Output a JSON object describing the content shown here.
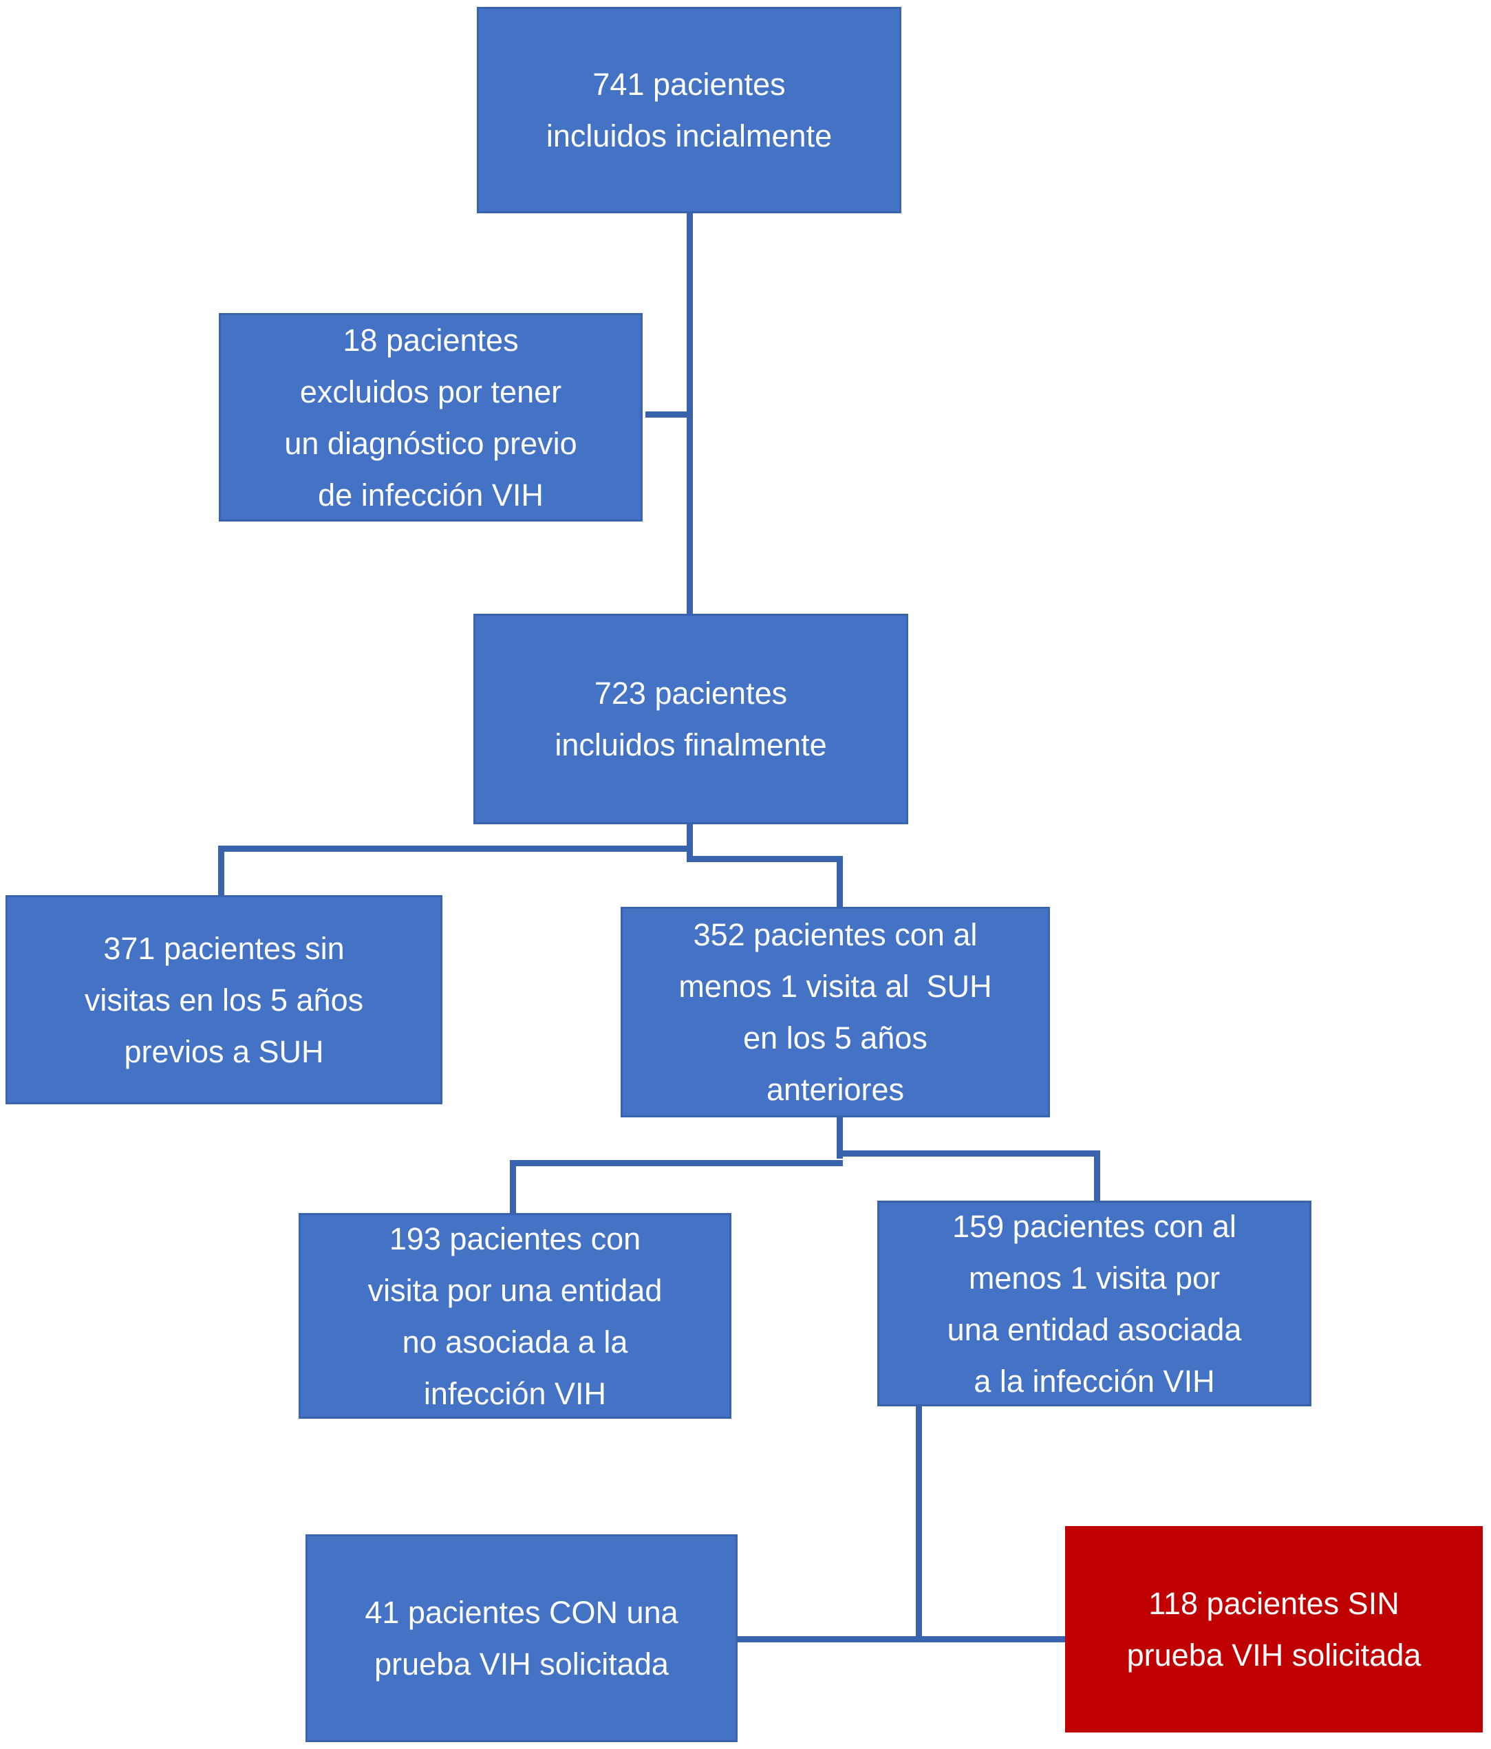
{
  "diagram": {
    "type": "flowchart",
    "title": "Flujo de inclusión de pacientes (estudio VIH en SUH)",
    "language": "es",
    "colors": {
      "node_fill_blue": "#4472C4",
      "node_border_blue": "#3A63AE",
      "node_fill_red": "#C00000",
      "connector": "#3A63AE",
      "text": "#FFFFFF",
      "background": "#FFFFFF"
    },
    "nodes": [
      {
        "id": "included-initially",
        "variant": "blue",
        "value": 741,
        "text": "741 pacientes\nincluidos incialmente"
      },
      {
        "id": "excluded-previous-diagnosis",
        "variant": "blue",
        "value": 18,
        "text": "18 pacientes\nexcluidos por tener\nun diagnóstico previo\nde infección VIH"
      },
      {
        "id": "included-finally",
        "variant": "blue",
        "value": 723,
        "text": "723 pacientes\nincluidos finalmente"
      },
      {
        "id": "no-previous-visits",
        "variant": "blue",
        "value": 371,
        "text": "371 pacientes sin\nvisitas en los 5 años\nprevios a SUH"
      },
      {
        "id": "at-least-one-visit",
        "variant": "blue",
        "value": 352,
        "text": "352 pacientes con al\nmenos 1 visita al  SUH\nen los 5 años\nanteriores"
      },
      {
        "id": "visit-entity-not-hiv",
        "variant": "blue",
        "value": 193,
        "text": "193 pacientes con\nvisita por una entidad\nno asociada a la\ninfección VIH"
      },
      {
        "id": "visit-entity-hiv",
        "variant": "blue",
        "value": 159,
        "text": "159 pacientes con al\nmenos 1 visita por\nuna entidad asociada\na la infección VIH"
      },
      {
        "id": "with-hiv-test",
        "variant": "blue",
        "value": 41,
        "text": "41 pacientes CON una\nprueba VIH solicitada"
      },
      {
        "id": "without-hiv-test",
        "variant": "red",
        "value": 118,
        "text": "118 pacientes SIN\nprueba VIH solicitada"
      }
    ],
    "edges": [
      "741 incluidos → 723 incluidos finalmente",
      "741 incluidos → 18 excluidos",
      "723 finalmente → 371 sin visitas",
      "723 finalmente → 352 con al menos 1 visita",
      "352 con visita → 193 entidad no asociada",
      "352 con visita → 159 entidad asociada",
      "159 entidad asociada → 41 CON prueba",
      "159 entidad asociada → 118 SIN prueba"
    ]
  }
}
